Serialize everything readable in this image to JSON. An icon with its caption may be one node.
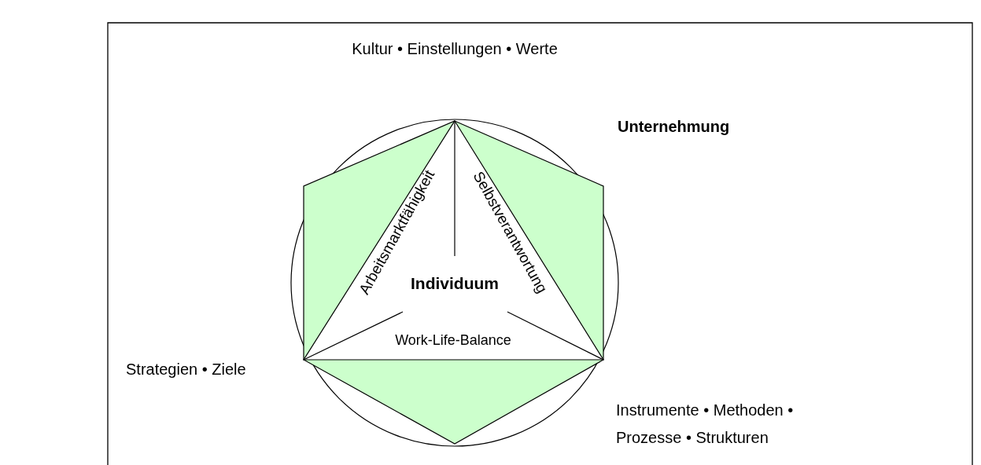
{
  "diagram": {
    "nodes": [
      {
        "text": [
          "Unternehmung"
        ]
      },
      {
        "text": [
          "Individuum",
          "Arbeitsmarktfähigkeit",
          "Selbstverantwortung",
          "Work-Life-Balance"
        ],
        "in": 0
      }
    ],
    "labels": [
      "Kultur • Einstellungen • Werte",
      "Strategien • Ziele",
      "Instrumente • Methoden • Prozesse • Strukturen"
    ]
  }
}
